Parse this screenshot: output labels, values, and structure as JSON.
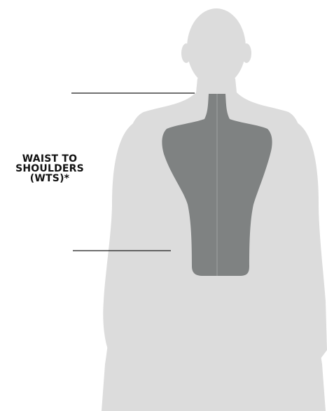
{
  "diagram": {
    "label_lines": [
      "WAIST TO",
      "SHOULDERS",
      "(WTS)*"
    ]
  },
  "colors": {
    "body_silhouette": "#dcdcdc",
    "highlight_region": "#7f8282",
    "leader_lines": "#1a1a1a",
    "center_seam": "#9fa3a3",
    "label_text": "#111111"
  }
}
